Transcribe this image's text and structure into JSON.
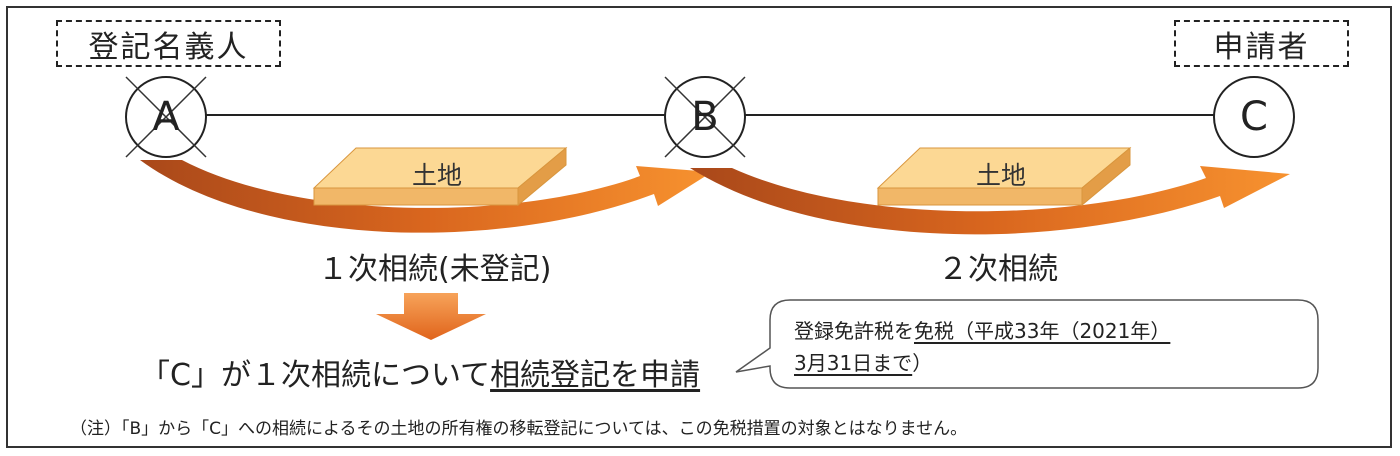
{
  "boxes": {
    "registered_owner": "登記名義人",
    "applicant": "申請者"
  },
  "nodes": [
    "A",
    "B",
    "C"
  ],
  "land_label": "土地",
  "inheritance": {
    "first": "１次相続(未登記)",
    "second": "２次相続"
  },
  "main_text": {
    "prefix": "「C」が１次相続について",
    "underlined": "相続登記を申請"
  },
  "callout": {
    "line1_part1": "登録免許税を",
    "line1_u": "免税",
    "line1_part2": "（平成33年（2021年）",
    "line2_u": "3月31日まで",
    "line2_end": "）"
  },
  "note": "（注）「B」から「C」への相続によるその土地の所有権の移転登記については、この免税措置の対象とはなりません。",
  "colors": {
    "arrow_dark": "#b8561a",
    "arrow_light": "#f08a35",
    "land_top": "#fcd894",
    "land_side": "#e8a84e",
    "border": "#333333"
  }
}
